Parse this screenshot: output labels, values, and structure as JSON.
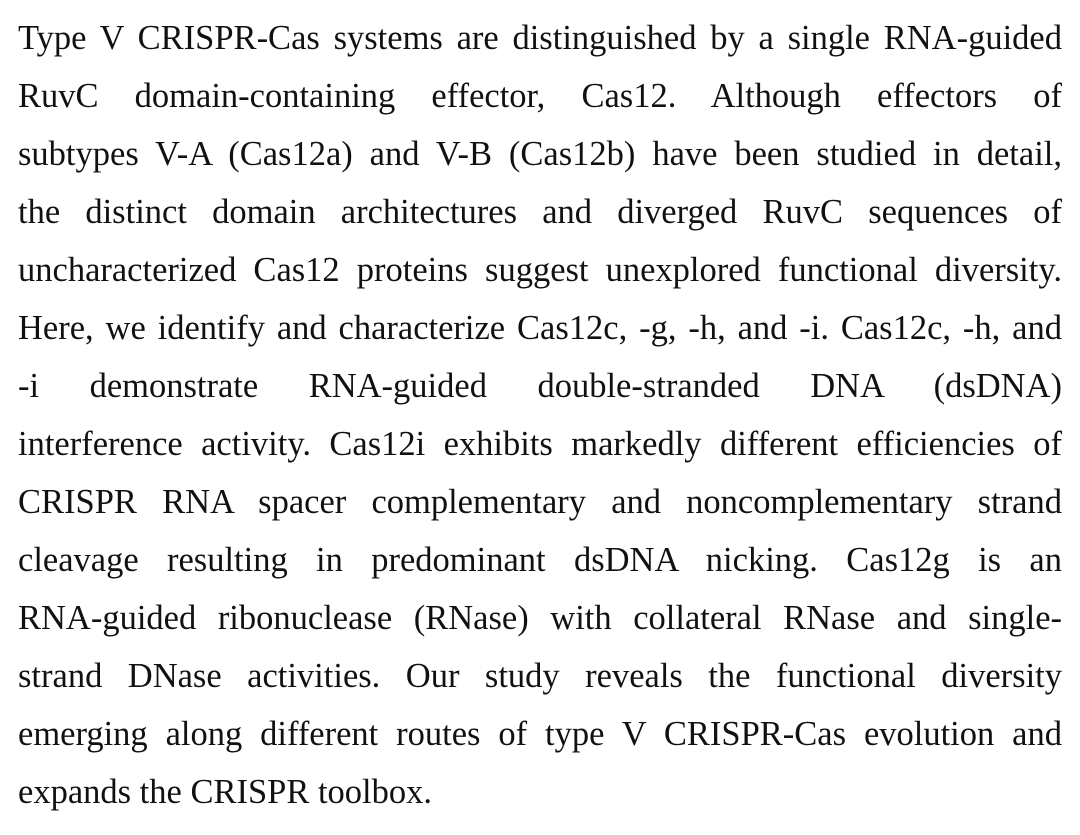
{
  "abstract": {
    "lines": [
      "Type V CRISPR-Cas systems are distinguished by a single RNA-guided",
      "RuvC domain-containing effector, Cas12. Although effectors of",
      "subtypes V-A (Cas12a) and V-B (Cas12b) have been studied in detail,",
      "the distinct domain architectures and diverged RuvC sequences of",
      "uncharacterized Cas12 proteins suggest unexplored functional diversity.",
      "Here, we identify and characterize Cas12c, -g, -h, and -i. Cas12c, -h, and",
      "-i demonstrate RNA-guided double-stranded DNA (dsDNA)",
      "interference activity. Cas12i exhibits markedly different efficiencies of",
      "CRISPR RNA spacer complementary and noncomplementary strand",
      "cleavage resulting in predominant dsDNA nicking. Cas12g is an",
      "RNA-guided ribonuclease (RNase) with collateral RNase and single-",
      "strand DNase activities. Our study reveals the functional diversity",
      "emerging along different routes of type V CRISPR-Cas evolution and",
      "expands the CRISPR toolbox."
    ]
  }
}
